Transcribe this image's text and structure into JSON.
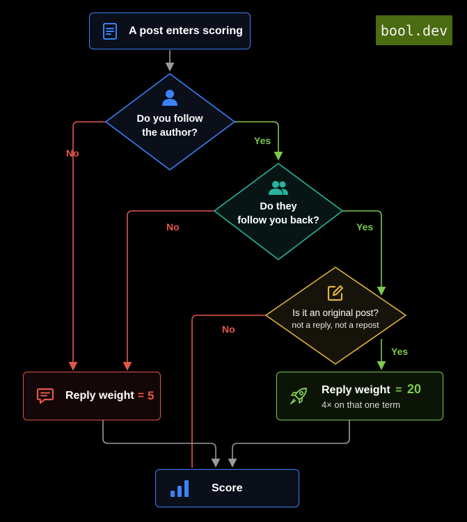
{
  "logo": {
    "text": "bool.dev"
  },
  "nodes": {
    "start": {
      "label": "A post enters scoring"
    },
    "follow": {
      "line1": "Do you follow",
      "line2": "the author?"
    },
    "follow_back": {
      "line1": "Do they",
      "line2": "follow you back?"
    },
    "original": {
      "line1": "Is it an original post?",
      "line2": "not a reply, not a repost"
    },
    "weight_low": {
      "label": "Reply weight",
      "equals": "=",
      "value": "5"
    },
    "weight_high": {
      "label": "Reply weight",
      "equals": "=",
      "value": "20",
      "note": "4× on that one term"
    },
    "score": {
      "label": "Score"
    }
  },
  "edges": {
    "follow_no": "No",
    "follow_yes": "Yes",
    "follow_back_no": "No",
    "follow_back_yes": "Yes",
    "original_no": "No",
    "original_yes": "Yes"
  },
  "colors": {
    "blue": "#3b82f6",
    "teal": "#2ab3a0",
    "yellow": "#e0b43c",
    "red": "#e4574a",
    "green": "#7ec94f",
    "gray": "#9a9a9a"
  },
  "icons": [
    "document-icon",
    "user-icon",
    "users-icon",
    "edit-icon",
    "comment-icon",
    "rocket-icon",
    "bar-chart-icon"
  ]
}
